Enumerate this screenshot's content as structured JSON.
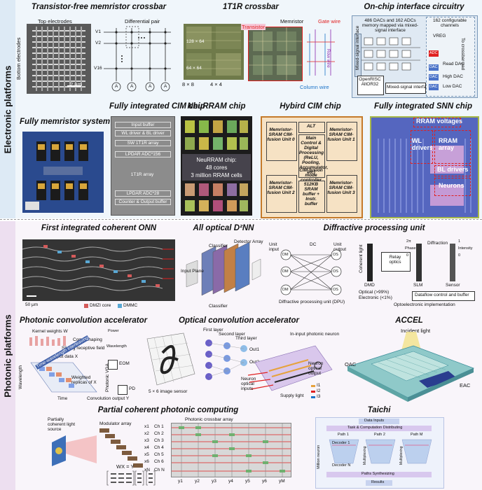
{
  "electronic": {
    "section_label": "Electronic platforms",
    "panels": {
      "memristor_crossbar": {
        "title": "Transistor-free memristor crossbar",
        "top_electrodes": "Top electrodes",
        "bottom_electrodes": "Bottom electrodes",
        "scale": "2 μm",
        "differential_pair": "Differential pair",
        "rows": [
          "V1",
          "V2",
          "V16"
        ],
        "amp": "A"
      },
      "t1r_crossbar": {
        "title": "1T1R crossbar",
        "transistor": "Transistor",
        "memristor": "Memristor",
        "gate_wire": "Gate wire",
        "row_wire": "Row wire",
        "column_wire": "Column wire",
        "array_a": "8 × 8",
        "array_b": "4 × 4",
        "chip_labels": [
          "128 × 64",
          "64 × 64"
        ]
      },
      "interface": {
        "title": "On-chip interface circuitry",
        "dacs_adcs": "486 DACs and 162 ADCs memory mapped via mixed-signal interface",
        "channels": "162 configurable channels",
        "vreg": "VREG",
        "crossbar_pad": "To crossbar pad",
        "cpu": "OpenRISC AltOR32",
        "mixed_interface": "Mixed-signal interface",
        "mixed_side": "Mixed-signal interface",
        "adc": "ADC",
        "dac": "DAC",
        "read_dac": "Read DAC",
        "high_dac": "High DAC",
        "low_dac": "Low DAC"
      },
      "system": {
        "title": "Fully memristor system"
      },
      "cim_chip": {
        "title": "Fully integrated CIM chip",
        "blocks": [
          "Input buffer",
          "WL driver & BL driver",
          "SW 1T1R array",
          "LPDAR ADC*156",
          "1T1R array",
          "LPDAR ADC*28",
          "Counter & Output buffer"
        ]
      },
      "neuram": {
        "title": "NeuRRAM chip",
        "line1": "NeuRRAM chip:",
        "line2": "48 cores",
        "line3": "3 million RRAM cells"
      },
      "hybrid": {
        "title": "Hybird CIM chip",
        "unit0": "Memristor-SRAM CIM-fusion Unit 0",
        "unit1": "Memristor-SRAM CIM-fusion Unit 1",
        "unit2": "Memristor-SRAM CIM-fusion Unit 2",
        "unit3": "Memristor-SRAM CIM-fusion Unit 3",
        "alt": "ALT",
        "main_control": "Main Control & Digital Processing (ReLU, Pooling, Accumulator, etc)",
        "mode_ctrl": "CIM-fusion mode controller",
        "buffer": "512KB SRAM buffer + Instr. buffer"
      },
      "snn": {
        "title": "Fully integrated SNN chip",
        "rram_voltages": "RRAM voltages",
        "wl_drivers": "WL drivers",
        "rram_array": "RRAM array",
        "bl_drivers": "BL drivers",
        "neurons": "Neurons"
      }
    }
  },
  "photonic": {
    "section_label": "Photonic platforms",
    "panels": {
      "onn": {
        "title": "First integrated coherent ONN",
        "scale": "50 μm",
        "legend": [
          "DMZI core",
          "DMMC"
        ]
      },
      "d2nn": {
        "title": "All optical D²NN",
        "input_plane": "Input Plane",
        "classifier": "Classifier",
        "detector": "Detector Array",
        "bottom_classifier": "Classifier"
      },
      "dpu": {
        "title": "Diffractive processing unit",
        "unit_input": "Unit input",
        "unit_output": "Unit output",
        "dc": "DC",
        "dpu_label": "Diffractive processing unit (DPU)",
        "coherent_light": "Coherent light",
        "relay": "Relay optics",
        "diffraction": "Diffraction",
        "phase_top": "2π",
        "phase_mid": "Phase",
        "phase_bot": "0",
        "intensity_top": "1",
        "intensity_mid": "Intensity",
        "intensity_bot": "0",
        "dmd": "DMD",
        "slm": "SLM",
        "sensor": "Sensor",
        "optical": "Optical (>99%)",
        "electronic": "Electronic (<1%)",
        "dataflow": "Dataflow control and buffer",
        "impl": "Optoelectronic implementation",
        "nodes_in": [
          "DM",
          "DM",
          "DM"
        ],
        "nodes_out": [
          "OS",
          "OS",
          "OS"
        ]
      },
      "photonic_conv": {
        "title": "Photonic convolution accelerator",
        "kernel": "Kernel weights W",
        "comb": "Comb shaping",
        "sliding": "Sliding receptive field",
        "input": "Input data X",
        "eom": "EOM",
        "weighted": "Weighted replicas of X",
        "wavelength": "Wavelength",
        "time": "Time",
        "output": "Convolution output Y",
        "power": "Power",
        "wavelength2": "Wavelength",
        "time_wave": "Time-wavelength interleaving",
        "pd": "PD",
        "vga": "Photonic VGA"
      },
      "optical_conv": {
        "title": "Optical convolution accelerator",
        "first_layer": "First layer",
        "second_layer": "Second layer",
        "third_layer": "Third layer",
        "out1": "Out1",
        "out2": "Out2",
        "sensor": "5 × 6 image sensor",
        "neuron": "Neuron optical inputs",
        "supply": "Supply light",
        "rf": "In-input photonic neuron",
        "neuron_out": "Neuron optical output",
        "legend": [
          "I1",
          "I2",
          "I3"
        ]
      },
      "accel": {
        "title": "ACCEL",
        "incident": "Incident light",
        "oac": "OAC",
        "eac": "EAC"
      },
      "partial": {
        "title": "Partial coherent photonic computing",
        "source": "Partially coherent light source",
        "modulator": "Modulator array",
        "crossbar": "Photonic crossbar array",
        "channels": [
          "Ch 1",
          "Ch 2",
          "Ch 3",
          "Ch 4",
          "Ch 5",
          "Ch 6",
          "Ch N"
        ],
        "inputs": [
          "x1",
          "x2",
          "x3",
          "x4",
          "x5",
          "x6",
          "xN"
        ],
        "outputs": [
          "y1",
          "y2",
          "y3",
          "y4",
          "y5",
          "y6",
          "yM"
        ],
        "equation": "WX = Y"
      },
      "taichi": {
        "title": "Taichi",
        "data_inputs": "Data Inputs",
        "distributing": "Task & Computation Distributing",
        "path1": "Path 1",
        "path2": "Path 2",
        "pathM": "Path M",
        "decoder1": "Decoder 1",
        "decoderN": "Decoder N",
        "million": "Million neuron",
        "multiplexing": "Multiplexing",
        "synthesizing": "Paths Synthesizing",
        "results": "Results"
      }
    }
  },
  "colors": {
    "electronic_bg": "#f0f6fb",
    "photonic_bg": "#f9f5fa",
    "accent_red": "#e02020",
    "accent_blue": "#1a73c8"
  }
}
